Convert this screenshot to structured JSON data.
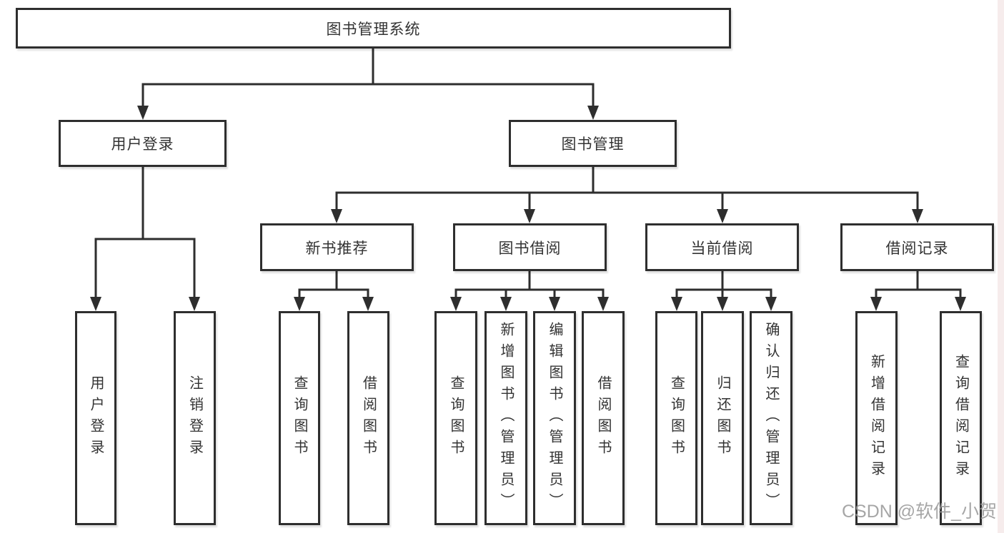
{
  "colors": {
    "line": "#2e2e2e",
    "text": "#333333",
    "watermark": "#9a9a9a",
    "edge_band": "#f6ecec"
  },
  "watermark": {
    "label": "CSDN @软件_小贺同学"
  },
  "tree": {
    "root": {
      "label": "图书管理系统"
    },
    "branches": [
      {
        "label": "用户登录",
        "children": [
          {
            "label": "用户登录"
          },
          {
            "label": "注销登录"
          }
        ]
      },
      {
        "label": "图书管理",
        "sections": [
          {
            "label": "新书推荐",
            "children": [
              {
                "label": "查询图书"
              },
              {
                "label": "借阅图书"
              }
            ]
          },
          {
            "label": "图书借阅",
            "children": [
              {
                "label": "查询图书"
              },
              {
                "label": "新增图书（管理员）"
              },
              {
                "label": "编辑图书（管理员）"
              },
              {
                "label": "借阅图书"
              }
            ]
          },
          {
            "label": "当前借阅",
            "children": [
              {
                "label": "查询图书"
              },
              {
                "label": "归还图书"
              },
              {
                "label": "确认归还（管理员）"
              }
            ]
          },
          {
            "label": "借阅记录",
            "children": [
              {
                "label": "新增借阅记录"
              },
              {
                "label": "查询借阅记录"
              }
            ]
          }
        ]
      }
    ]
  }
}
